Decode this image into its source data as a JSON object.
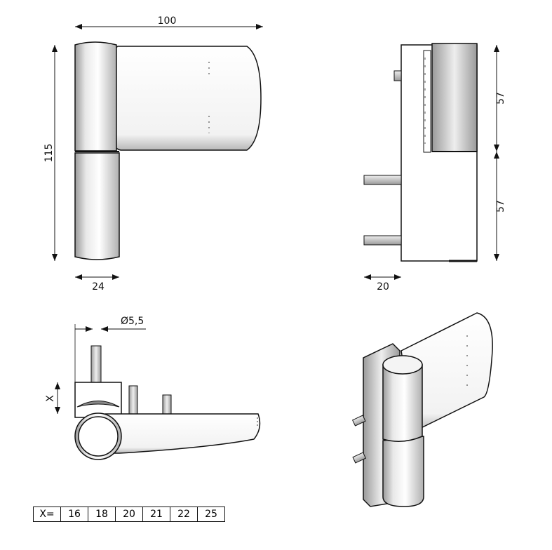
{
  "front_view": {
    "width_dim": "100",
    "height_dim": "115",
    "barrel_dim": "24"
  },
  "side_view": {
    "upper_dim": "57",
    "lower_dim": "57",
    "depth_dim": "20"
  },
  "top_view": {
    "diameter_dim": "Ø5,5",
    "x_label": "X"
  },
  "x_table": {
    "header": "X=",
    "values": [
      "16",
      "18",
      "20",
      "21",
      "22",
      "25"
    ]
  }
}
